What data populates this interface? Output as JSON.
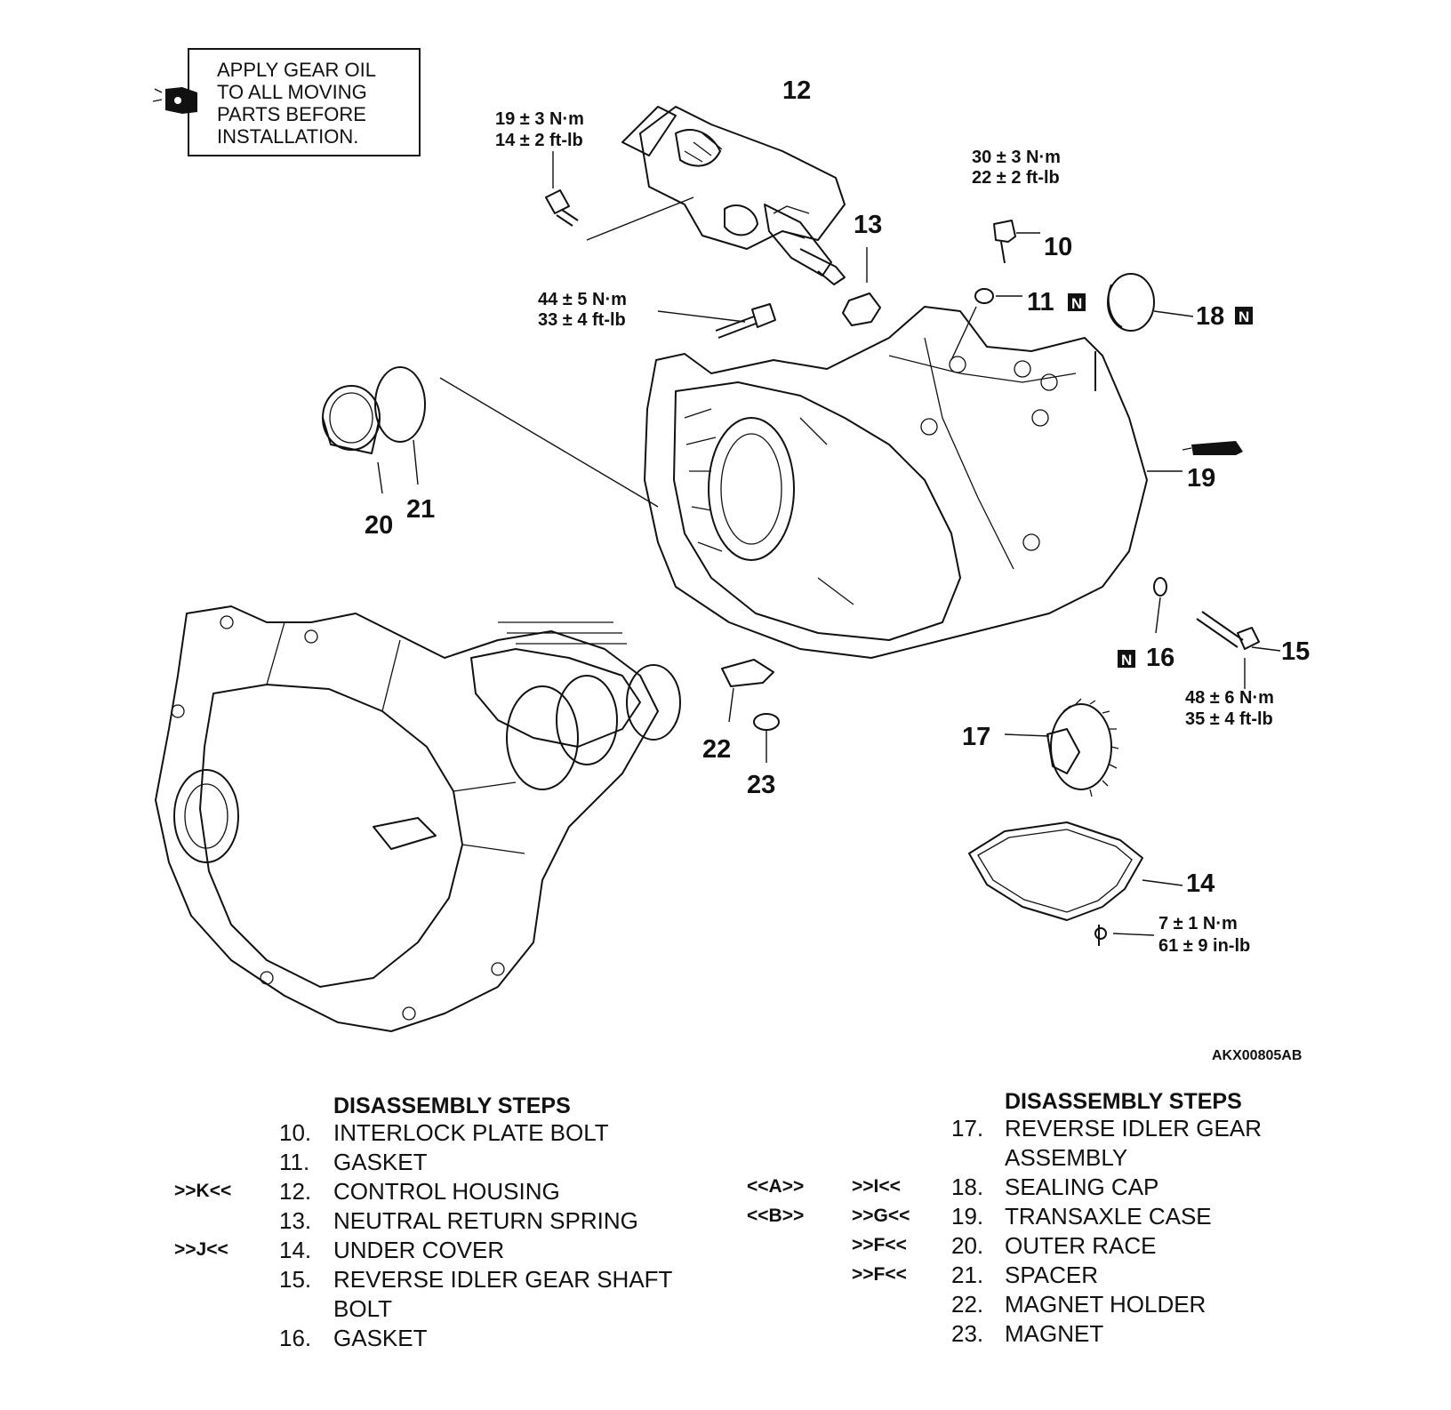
{
  "note": {
    "lines": [
      "APPLY GEAR OIL",
      "TO ALL MOVING",
      "PARTS BEFORE",
      "INSTALLATION."
    ],
    "icon": "oil-can-icon"
  },
  "callouts": {
    "c10": "10",
    "c11": "11",
    "c12": "12",
    "c13": "13",
    "c14": "14",
    "c15": "15",
    "c16": "16",
    "c17": "17",
    "c18": "18",
    "c19": "19",
    "c20": "20",
    "c21": "21",
    "c22": "22",
    "c23": "23"
  },
  "new_part_badge": "N",
  "torques": {
    "t12_nm": "19 ± 3 N·m",
    "t12_ft": "14 ± 2 ft-lb",
    "t10_nm": "30 ± 3 N·m",
    "t10_ft": "22 ± 2 ft-lb",
    "t44_nm": "44 ± 5 N·m",
    "t44_ft": "33 ± 4 ft-lb",
    "t15_nm": "48 ± 6 N·m",
    "t15_ft": "35 ± 4 ft-lb",
    "t14_nm": "7 ± 1 N·m",
    "t14_in": "61 ± 9 in-lb"
  },
  "figure_id": "AKX00805AB",
  "steps_left": {
    "title": "DISASSEMBLY STEPS",
    "rows": [
      {
        "mark": "",
        "num": "10.",
        "label": "INTERLOCK PLATE BOLT"
      },
      {
        "mark": "",
        "num": "11.",
        "label": "GASKET"
      },
      {
        "mark": ">>K<<",
        "num": "12.",
        "label": "CONTROL HOUSING"
      },
      {
        "mark": "",
        "num": "13.",
        "label": "NEUTRAL RETURN SPRING"
      },
      {
        "mark": ">>J<<",
        "num": "14.",
        "label": "UNDER COVER"
      },
      {
        "mark": "",
        "num": "15.",
        "label": "REVERSE IDLER GEAR SHAFT"
      },
      {
        "mark": "",
        "num": "",
        "label": "BOLT"
      },
      {
        "mark": "",
        "num": "16.",
        "label": "GASKET"
      }
    ]
  },
  "steps_right": {
    "title": "DISASSEMBLY STEPS",
    "rows": [
      {
        "mark1": "",
        "mark2": "",
        "num": "17.",
        "label": "REVERSE IDLER GEAR"
      },
      {
        "mark1": "",
        "mark2": "",
        "num": "",
        "label": "ASSEMBLY"
      },
      {
        "mark1": "<<A>>",
        "mark2": ">>I<<",
        "num": "18.",
        "label": "SEALING CAP"
      },
      {
        "mark1": "<<B>>",
        "mark2": ">>G<<",
        "num": "19.",
        "label": "TRANSAXLE CASE"
      },
      {
        "mark1": "",
        "mark2": ">>F<<",
        "num": "20.",
        "label": "OUTER RACE"
      },
      {
        "mark1": "",
        "mark2": ">>F<<",
        "num": "21.",
        "label": "SPACER"
      },
      {
        "mark1": "",
        "mark2": "",
        "num": "22.",
        "label": "MAGNET HOLDER"
      },
      {
        "mark1": "",
        "mark2": "",
        "num": "23.",
        "label": "MAGNET"
      }
    ]
  }
}
